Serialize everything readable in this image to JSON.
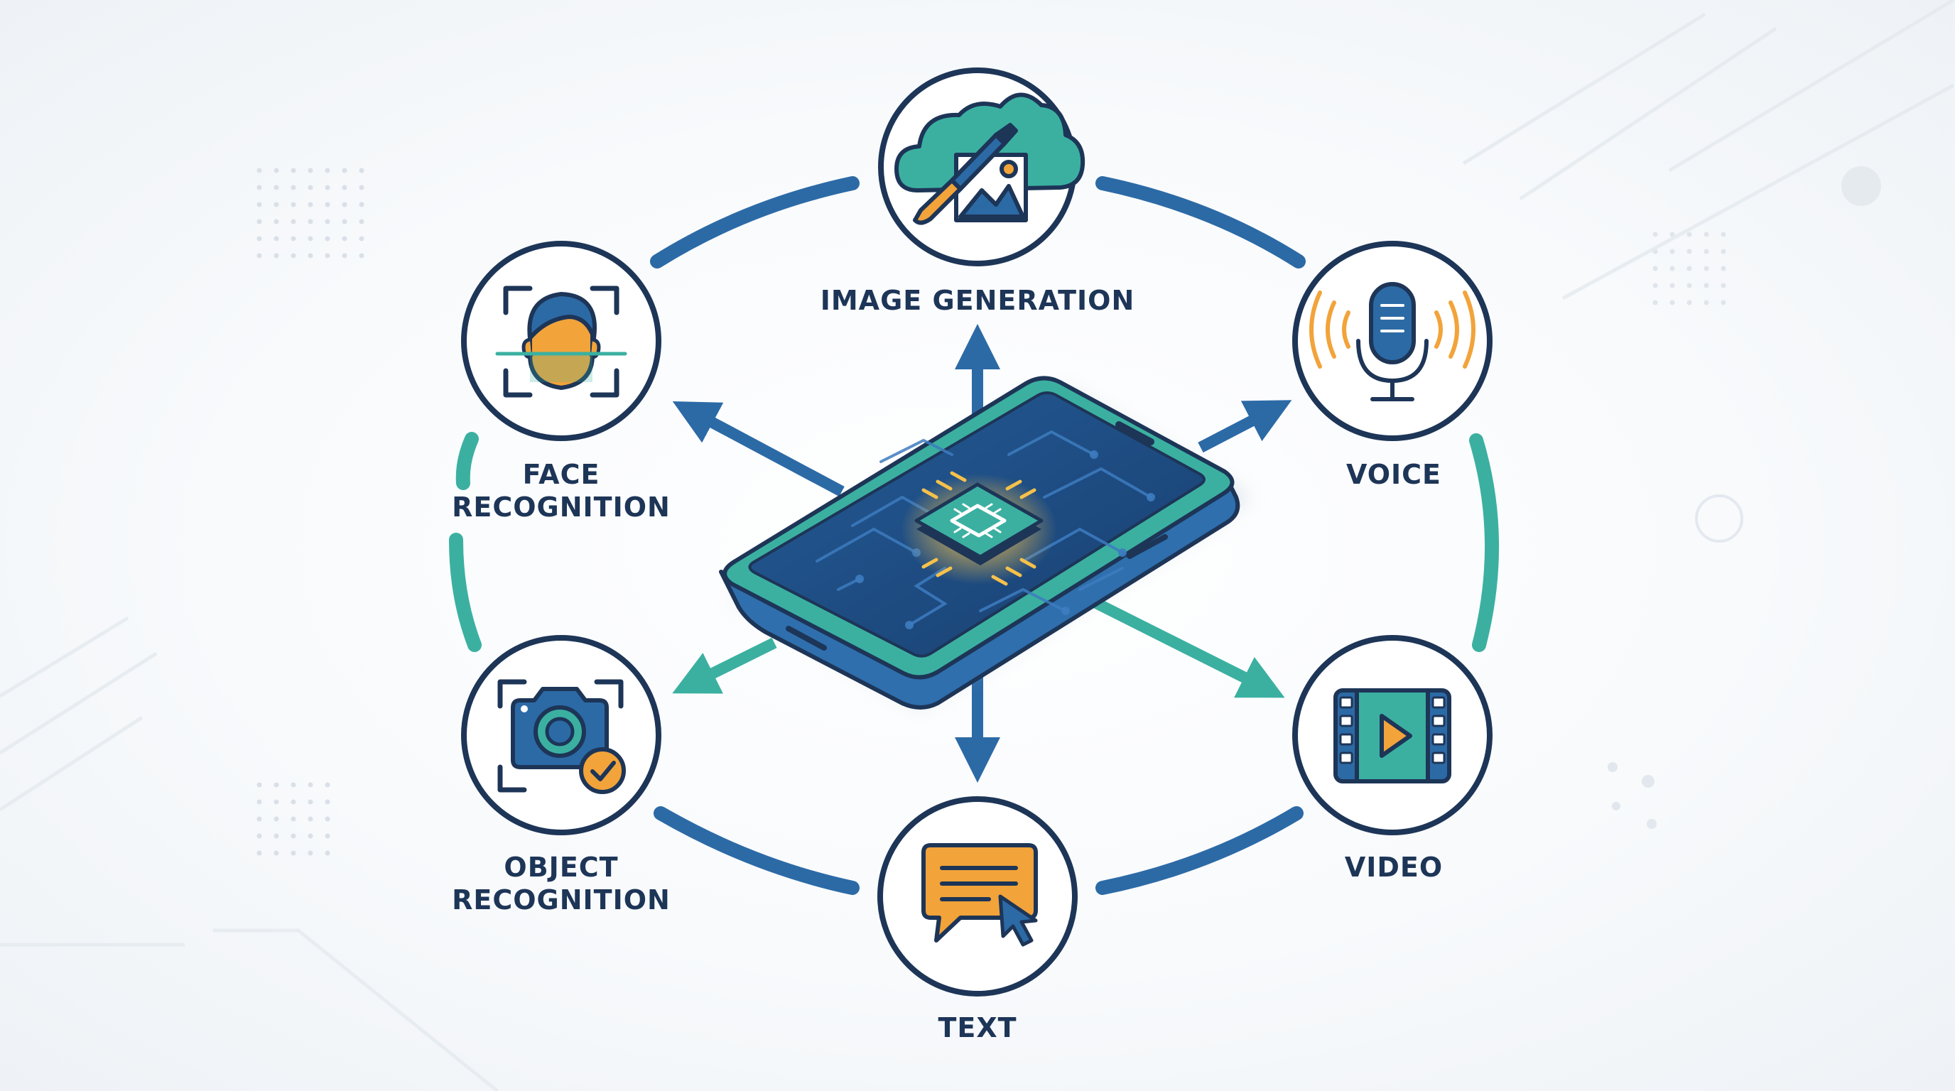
{
  "colors": {
    "navy": "#1d3557",
    "blue": "#2c6aa6",
    "teal": "#3bb0a1",
    "orange": "#f2a33a",
    "screen": "#1f4f86"
  },
  "nodes": [
    {
      "id": "image-generation",
      "icon": "cloud-paintbrush-image-icon",
      "lines": [
        "IMAGE GENERATION"
      ]
    },
    {
      "id": "face-recognition",
      "icon": "face-scan-icon",
      "lines": [
        "FACE",
        "RECOGNITION"
      ]
    },
    {
      "id": "voice",
      "icon": "microphone-icon",
      "lines": [
        "VOICE"
      ]
    },
    {
      "id": "object-recognition",
      "icon": "camera-check-icon",
      "lines": [
        "OBJECT",
        "RECOGNITION"
      ]
    },
    {
      "id": "video",
      "icon": "video-play-icon",
      "lines": [
        "VIDEO"
      ]
    },
    {
      "id": "text",
      "icon": "chat-bubble-cursor-icon",
      "lines": [
        "TEXT"
      ]
    }
  ],
  "center": {
    "icon": "smartphone-chip-icon"
  }
}
